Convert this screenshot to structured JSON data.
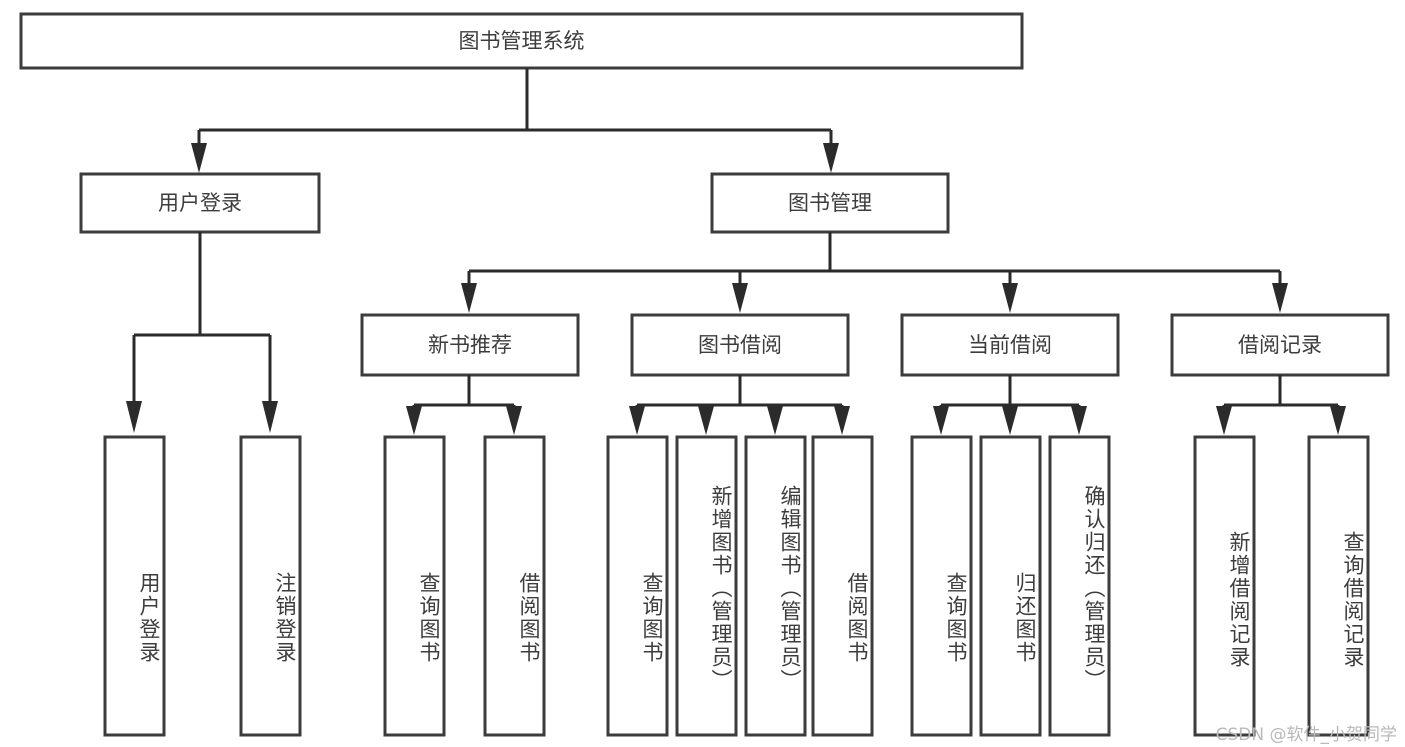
{
  "diagram": {
    "title": "图书管理系统",
    "type": "tree-hierarchy-chart",
    "root": {
      "id": "root",
      "label": "图书管理系统"
    },
    "level1": [
      {
        "id": "user-login",
        "label": "用户登录"
      },
      {
        "id": "book-manage",
        "label": "图书管理"
      }
    ],
    "level2": [
      {
        "id": "new-book-recommend",
        "label": "新书推荐",
        "parent": "book-manage"
      },
      {
        "id": "book-borrow",
        "label": "图书借阅",
        "parent": "book-manage"
      },
      {
        "id": "current-borrow",
        "label": "当前借阅",
        "parent": "book-manage"
      },
      {
        "id": "borrow-record",
        "label": "借阅记录",
        "parent": "book-manage"
      }
    ],
    "leaves": {
      "user-login": [
        {
          "id": "leaf-user-login",
          "label": "用户登录"
        },
        {
          "id": "leaf-logout-login",
          "label": "注销登录"
        }
      ],
      "new-book-recommend": [
        {
          "id": "leaf-query-book-1",
          "label": "查询图书"
        },
        {
          "id": "leaf-borrow-book-1",
          "label": "借阅图书"
        }
      ],
      "book-borrow": [
        {
          "id": "leaf-query-book-2",
          "label": "查询图书"
        },
        {
          "id": "leaf-add-book",
          "label": "新增图书（管理员）"
        },
        {
          "id": "leaf-edit-book",
          "label": "编辑图书（管理员）"
        },
        {
          "id": "leaf-borrow-book-2",
          "label": "借阅图书"
        }
      ],
      "current-borrow": [
        {
          "id": "leaf-query-book-3",
          "label": "查询图书"
        },
        {
          "id": "leaf-return-book",
          "label": "归还图书"
        },
        {
          "id": "leaf-confirm-return",
          "label": "确认归还（管理员）"
        }
      ],
      "borrow-record": [
        {
          "id": "leaf-add-record",
          "label": "新增借阅记录"
        },
        {
          "id": "leaf-query-record",
          "label": "查询借阅记录"
        }
      ]
    }
  },
  "watermark": {
    "text": "CSDN @软件_小贺同学"
  },
  "colors": {
    "box_border": "#3c3c3c",
    "connector": "#2b2b2b",
    "text": "#3d3d3d",
    "background": "#ffffff",
    "watermark": "#b9b9b9"
  }
}
